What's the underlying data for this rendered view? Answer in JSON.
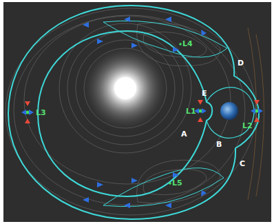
{
  "diagram": {
    "labels": [
      "L4",
      "D",
      "E",
      "L3",
      "L1",
      "L2",
      "A",
      "B",
      "C",
      "L5"
    ]
  }
}
